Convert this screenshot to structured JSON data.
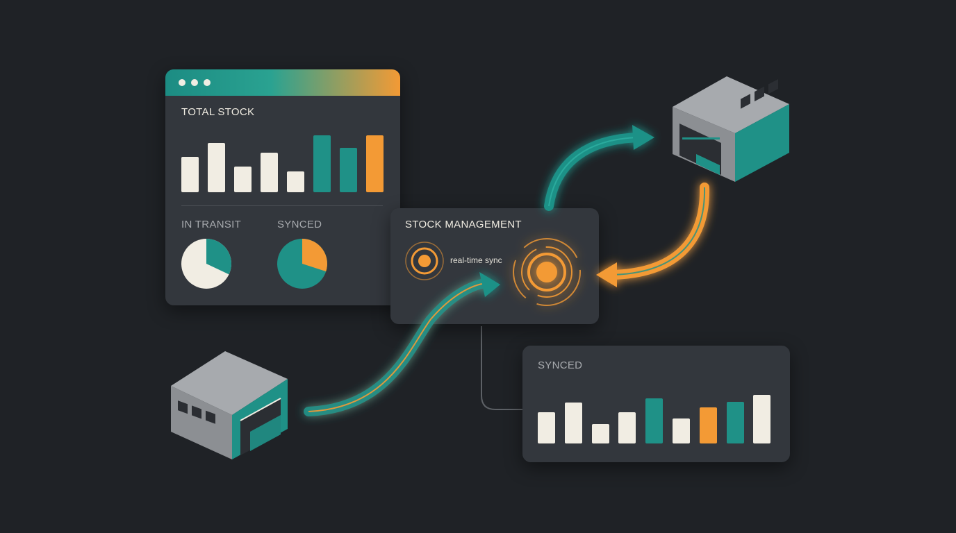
{
  "colors": {
    "background": "#1f2226",
    "panel": "#33373d",
    "cream": "#f1ede3",
    "teal": "#1f9187",
    "orange": "#f39a35",
    "gray": "#8c8f93"
  },
  "dashboard_window": {
    "window_controls": [
      "dot",
      "dot",
      "dot"
    ],
    "title": "TOTAL STOCK",
    "bars": [
      {
        "value": 0.53,
        "color": "cream"
      },
      {
        "value": 0.73,
        "color": "cream"
      },
      {
        "value": 0.38,
        "color": "cream"
      },
      {
        "value": 0.59,
        "color": "cream"
      },
      {
        "value": 0.31,
        "color": "cream"
      },
      {
        "value": 0.85,
        "color": "teal"
      },
      {
        "value": 0.66,
        "color": "teal"
      },
      {
        "value": 0.85,
        "color": "orange"
      }
    ],
    "pies": [
      {
        "label": "IN TRANSIT",
        "fraction": 0.32,
        "base_color": "cream",
        "slice_color": "teal"
      },
      {
        "label": "SYNCED",
        "fraction": 0.3,
        "base_color": "teal",
        "slice_color": "orange"
      }
    ]
  },
  "stock_management": {
    "title": "STOCK MANAGEMENT",
    "sync_label": "real-time sync"
  },
  "synced_panel": {
    "title": "SYNCED",
    "bars": [
      {
        "value": 0.51,
        "color": "cream"
      },
      {
        "value": 0.66,
        "color": "cream"
      },
      {
        "value": 0.31,
        "color": "cream"
      },
      {
        "value": 0.51,
        "color": "cream"
      },
      {
        "value": 0.73,
        "color": "teal"
      },
      {
        "value": 0.41,
        "color": "cream"
      },
      {
        "value": 0.58,
        "color": "orange"
      },
      {
        "value": 0.67,
        "color": "teal"
      },
      {
        "value": 0.79,
        "color": "cream"
      }
    ]
  },
  "icons": [
    "warehouse-icon",
    "warehouse-icon",
    "target-icon",
    "arrow-icon"
  ]
}
